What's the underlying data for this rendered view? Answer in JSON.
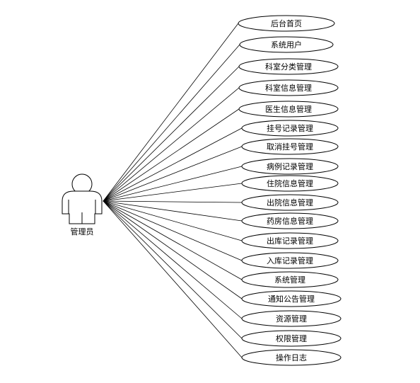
{
  "actor": {
    "label": "管理员"
  },
  "use_cases": [
    {
      "label": "后台首页"
    },
    {
      "label": "系统用户"
    },
    {
      "label": "科室分类管理"
    },
    {
      "label": "科室信息管理"
    },
    {
      "label": "医生信息管理"
    },
    {
      "label": "挂号记录管理"
    },
    {
      "label": "取消挂号管理"
    },
    {
      "label": "病例记录管理"
    },
    {
      "label": "住院信息管理"
    },
    {
      "label": "出院信息管理"
    },
    {
      "label": "药房信息管理"
    },
    {
      "label": "出库记录管理"
    },
    {
      "label": "入库记录管理"
    },
    {
      "label": "系统管理"
    },
    {
      "label": "通知公告管理"
    },
    {
      "label": "资源管理"
    },
    {
      "label": "权限管理"
    },
    {
      "label": "操作日志"
    }
  ]
}
